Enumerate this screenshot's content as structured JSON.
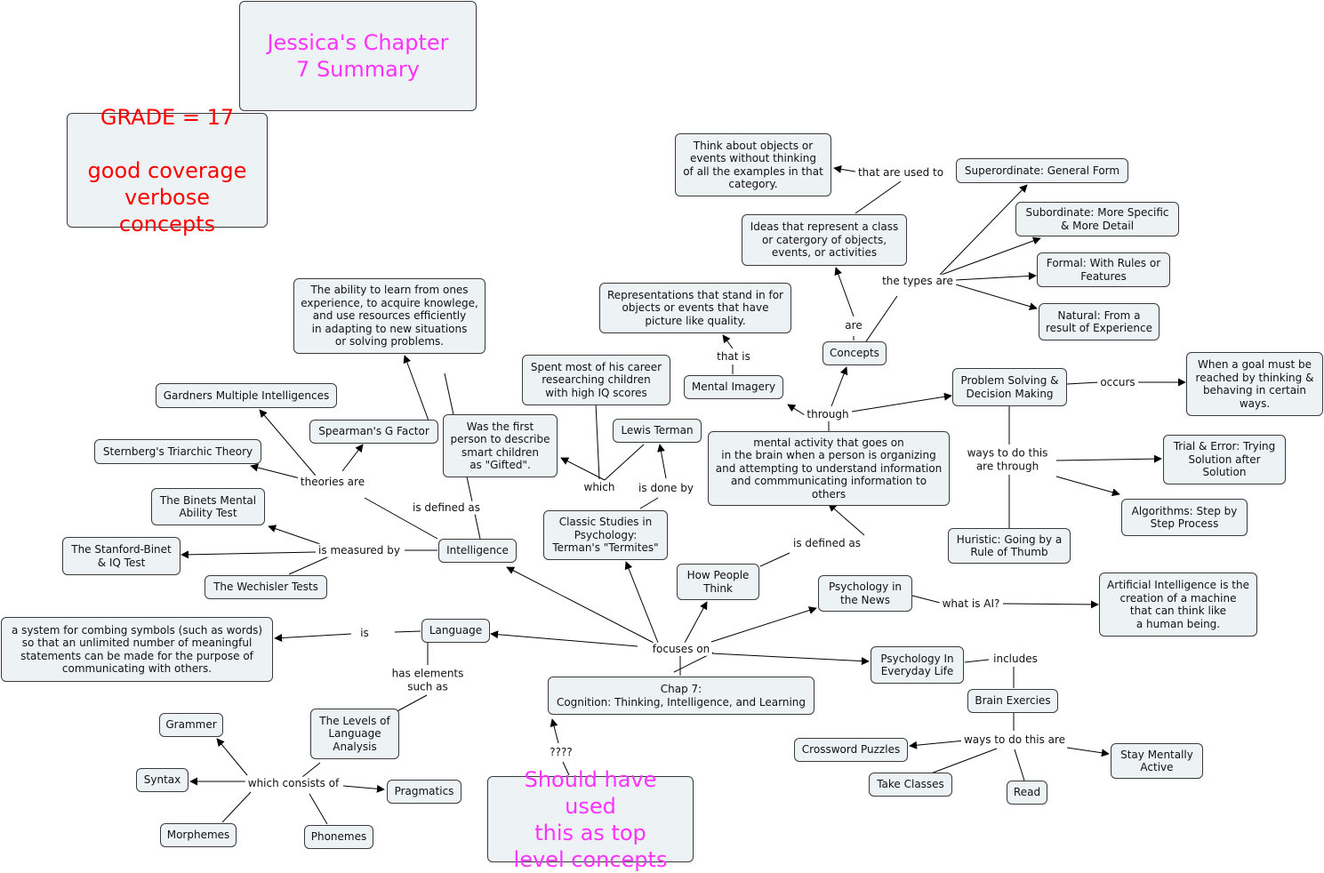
{
  "colors": {
    "title": "#ff33ff",
    "grade": "#ff0000",
    "node_fill": "#edf2f4",
    "border": "#3a3a3a",
    "line": "#000000"
  },
  "title": "Jessica's Chapter\n7 Summary",
  "grade": "GRADE = 17\n\ngood coverage\nverbose concepts",
  "note": "Should have used\nthis as top\nlevel concepts",
  "nodes": {
    "think_about": "Think about objects or\nevents without thinking\nof all the examples in that\ncategory.",
    "superordinate": "Superordinate: General Form",
    "subordinate": "Subordinate: More Specific\n& More Detail",
    "formal": "Formal: With Rules or\nFeatures",
    "natural": "Natural: From a\nresult of Experience",
    "ideas": "Ideas that represent a class\nor catergory of objects,\nevents, or activities",
    "representations": "Representations that stand in for\nobjects or events that have\npicture like quality.",
    "ability": "The ability to learn from ones\nexperience, to acquire knowlege,\nand use resources efficiently\nin adapting to new situations\nor solving problems.",
    "concepts": "Concepts",
    "mental_imagery": "Mental Imagery",
    "spent": "Spent most of his career\nresearching children\nwith high IQ scores",
    "gardner": "Gardners Multiple Intelligences",
    "spearman": "Spearman's G Factor",
    "problem_solving": "Problem Solving &\nDecision Making",
    "goal": "When a goal must be\nreached by thinking &\nbehaving in certain\nways.",
    "sternberg": "Sternberg's Triarchic Theory",
    "first_person": "Was the first\nperson to describe\nsmart children\nas \"Gifted\".",
    "terman": "Lewis Terman",
    "mental_activity": "mental activity that goes on\nin the brain when a person is organizing\nand attempting to understand information\nand commmunicating information to\nothers",
    "trial_error": "Trial & Error: Trying\nSolution after\nSolution",
    "binets": "The Binets Mental\nAbility Test",
    "classic": "Classic Studies in\nPsychology:\nTerman's \"Termites\"",
    "algorithms": "Algorithms: Step by\nStep Process",
    "stanford": "The Stanford-Binet\n& IQ Test",
    "intelligence": "Intelligence",
    "heuristic": "Huristic: Going by a\nRule of Thumb",
    "how_think": "How People\nThink",
    "news": "Psychology in\nthe News",
    "ai_def": "Artificial Intelligence is the\ncreation of a machine\nthat can think like\na human being.",
    "wechsler": "The Wechisler Tests",
    "system": "a system for combing symbols (such as words)\nso that an unlimited number of meaningful\nstatements can be made for the purpose of\ncommunicating with others.",
    "language": "Language",
    "everyday": "Psychology In\nEveryday Life",
    "chap7": "Chap 7:\nCognition: Thinking, Intelligence, and Learning",
    "brain_ex": "Brain Exercies",
    "levels": "The Levels of\nLanguage\nAnalysis",
    "grammer": "Grammer",
    "crossword": "Crossword Puzzles",
    "stay_active": "Stay Mentally\nActive",
    "syntax": "Syntax",
    "pragmatics": "Pragmatics",
    "take_classes": "Take Classes",
    "read": "Read",
    "morphemes": "Morphemes",
    "phonemes": "Phonemes"
  },
  "labels": {
    "that_used": "that are used to",
    "types_are": "the types are",
    "are": "are",
    "that_is": "that is",
    "through": "through",
    "occurs": "occurs",
    "theories": "theories are",
    "which": "which",
    "done_by": "is done by",
    "ways_ps": "ways to do this\nare through",
    "defined_int": "is defined as",
    "measured": "is measured by",
    "defined_how": "is defined as",
    "what_ai": "what is AI?",
    "is_lang": "is",
    "focuses": "focuses on",
    "includes": "includes",
    "has_elements": "has elements\nsuch as",
    "ways_brain": "ways to do this are",
    "qqq": "????",
    "consists": "which consists of"
  }
}
